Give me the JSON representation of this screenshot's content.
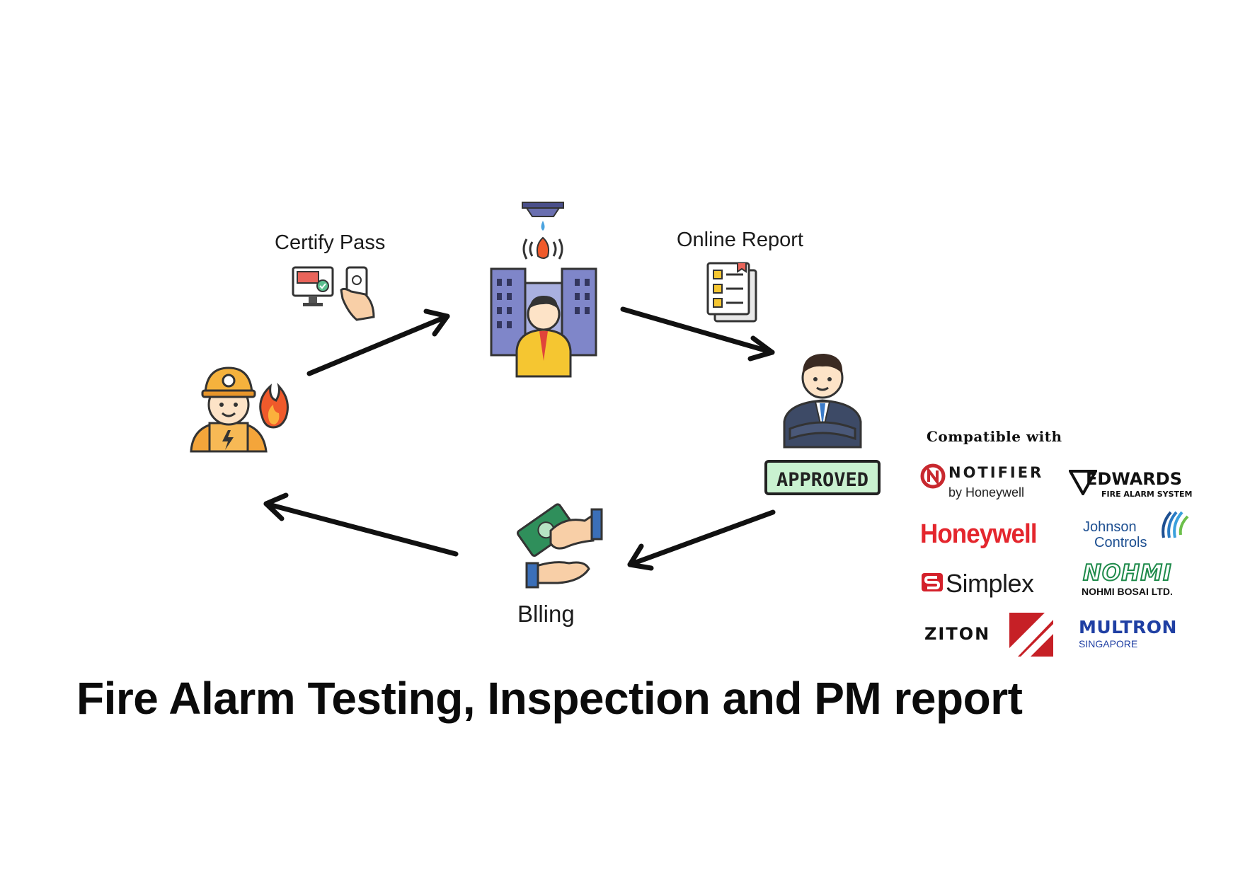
{
  "steps": {
    "certify_pass": "Certify Pass",
    "online_report": "Online Report",
    "billing": "Blling",
    "approved_stamp": "APPROVED"
  },
  "compatible": {
    "heading": "Compatible with",
    "brands": {
      "notifier": {
        "name": "NOTIFIER",
        "sub": "by Honeywell"
      },
      "edwards": {
        "name": "EDWARDS",
        "sub": "FIRE ALARM SYSTEM"
      },
      "honeywell": {
        "name": "Honeywell"
      },
      "johnson": {
        "line1": "Johnson",
        "line2": "Controls"
      },
      "simplex": {
        "name": "Simplex"
      },
      "nohmi": {
        "name": "NOHMI",
        "sub": "NOHMI BOSAI LTD."
      },
      "ziton": {
        "name": "ZITON"
      },
      "multron": {
        "name": "MULTRON",
        "sub": "SINGAPORE"
      }
    }
  },
  "title": "Fire Alarm Testing, Inspection and PM report"
}
